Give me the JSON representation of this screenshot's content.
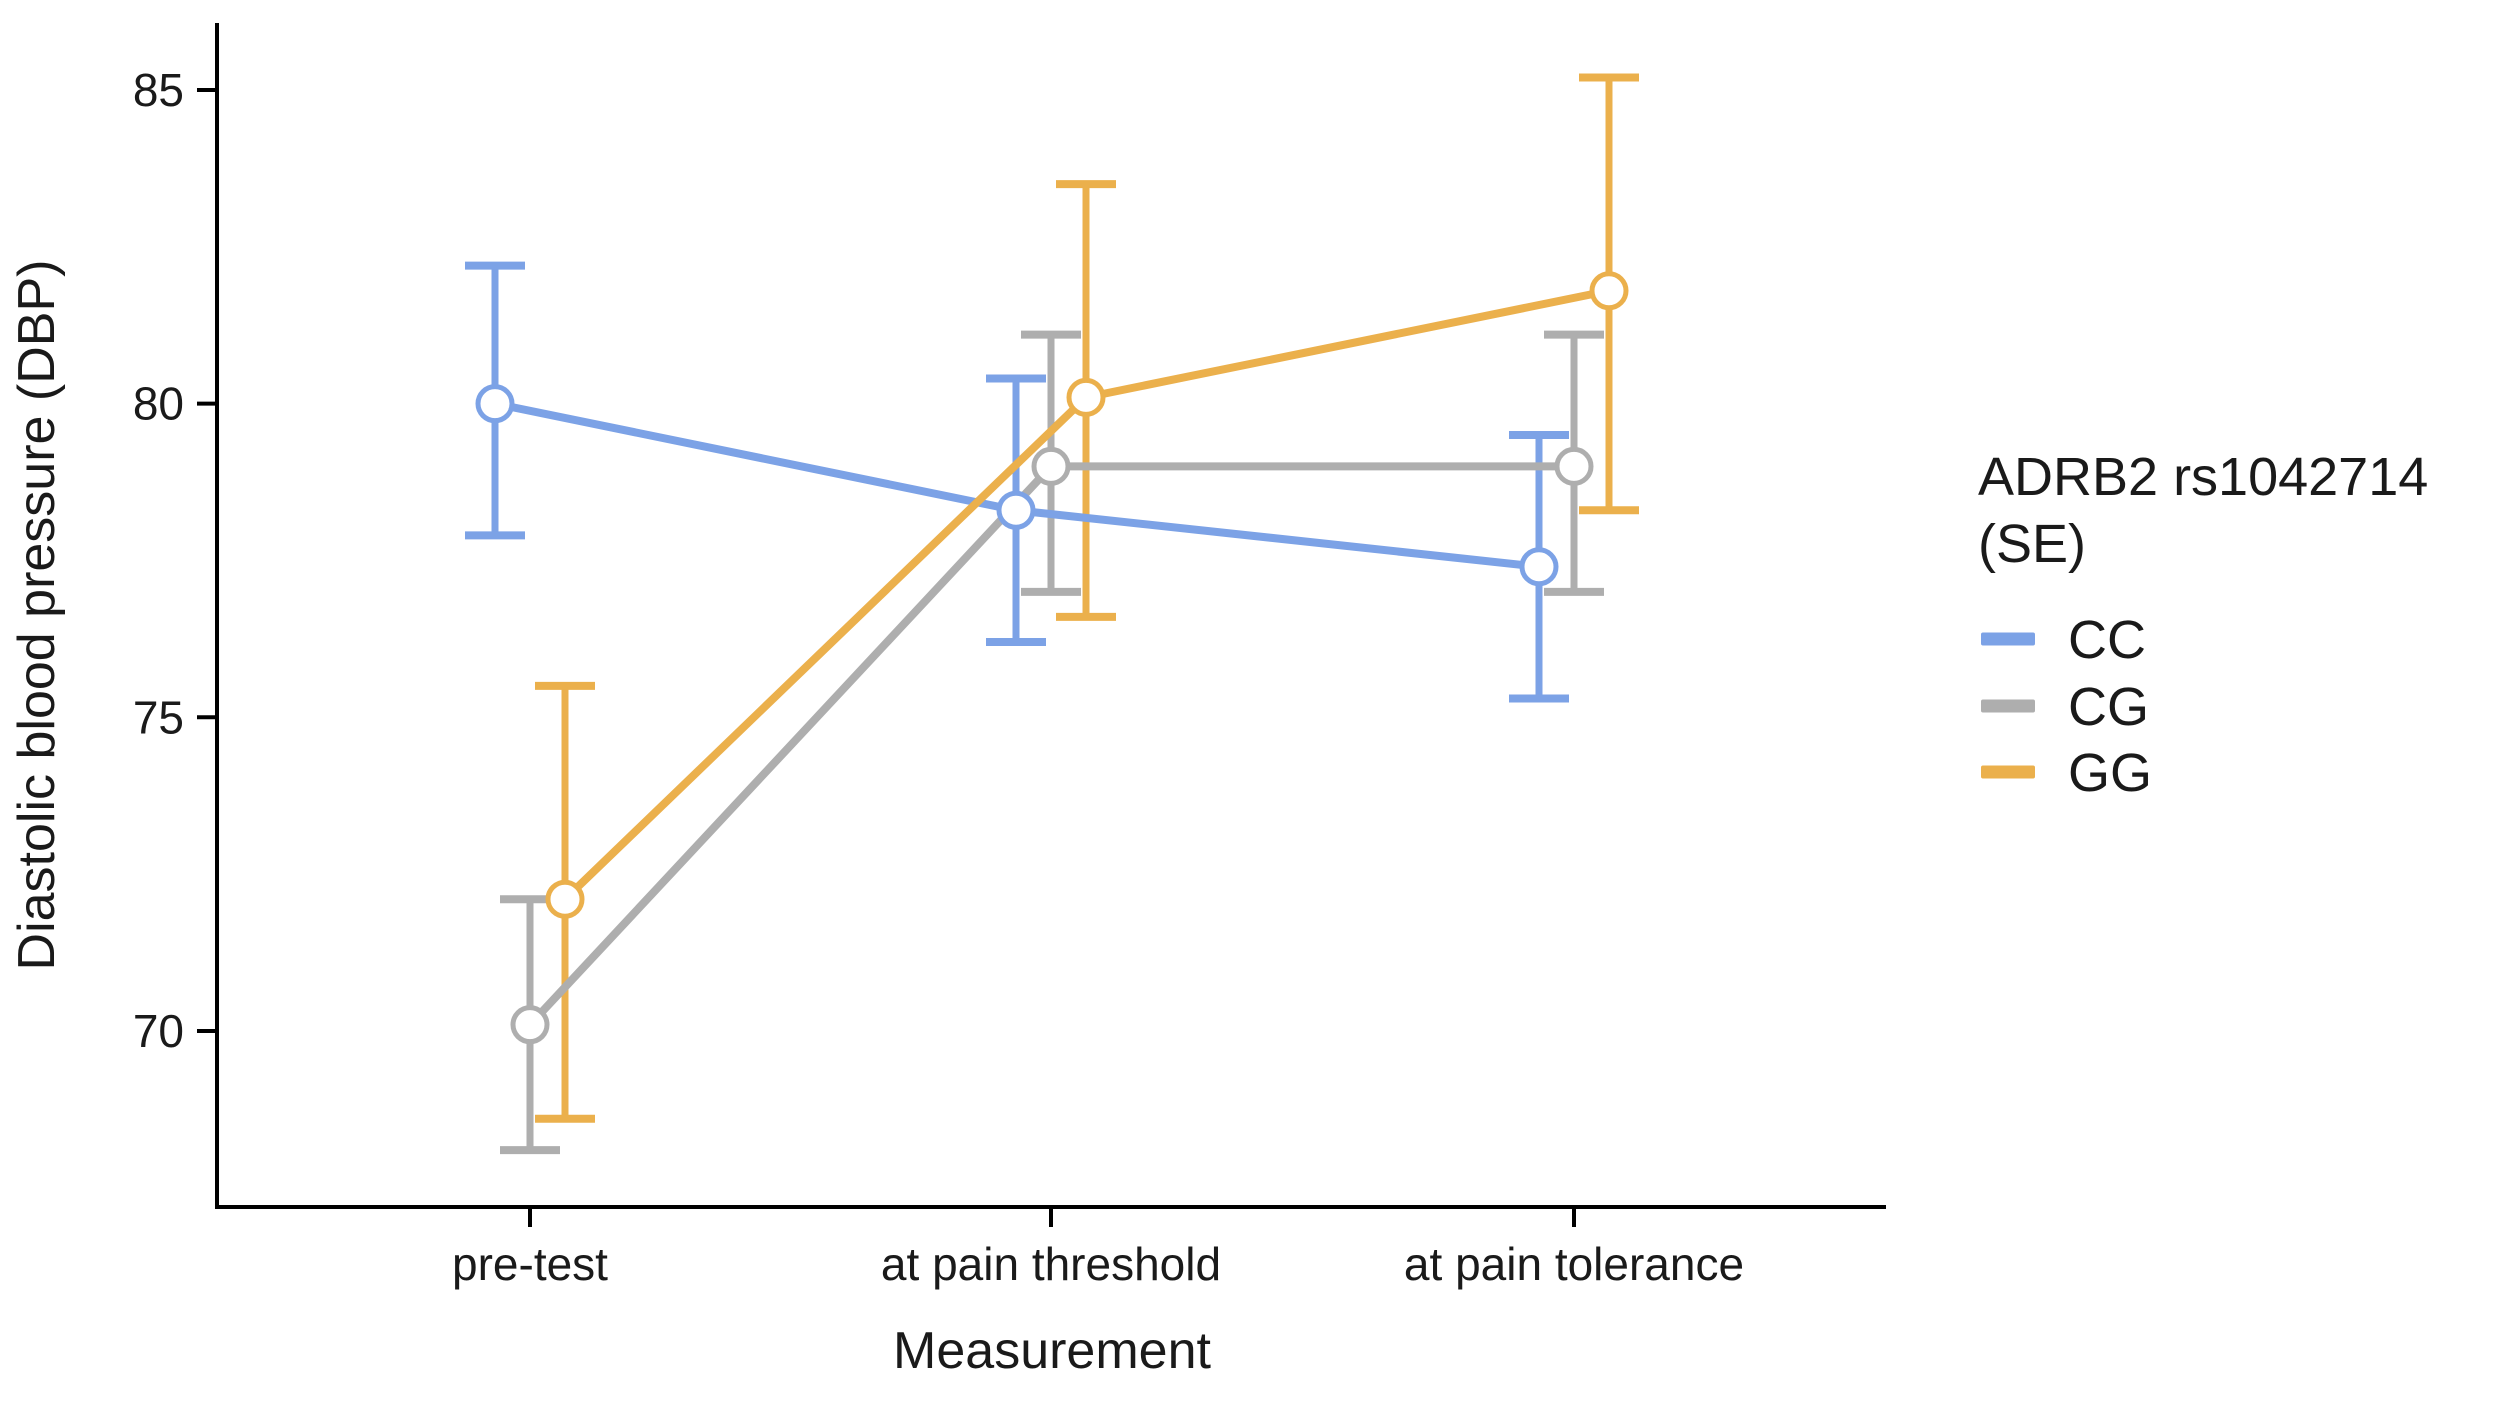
{
  "figure": {
    "background": "#ffffff",
    "text_color": "#1a1a1a",
    "axis_color": "#000000"
  },
  "chart_data": {
    "type": "line",
    "title": "",
    "xlabel": "Measurement",
    "ylabel": "Diastolic blood pressure (DBP)",
    "categories": [
      "pre-test",
      "at pain threshold",
      "at pain tolerance"
    ],
    "y_ticks": [
      70,
      75,
      80,
      85
    ],
    "ylim": [
      67.2,
      86.1
    ],
    "grid": false,
    "error_bar_type": "SE",
    "legend": {
      "position": "right",
      "title_lines": [
        "ADRB2 rs1042714",
        "(SE)"
      ],
      "entries": [
        "CC",
        "CG",
        "GG"
      ]
    },
    "series": [
      {
        "name": "CC",
        "color": "#7CA2E6",
        "means": [
          80.0,
          78.3,
          77.4
        ],
        "upper": [
          82.2,
          80.4,
          79.5
        ],
        "lower": [
          77.9,
          76.2,
          75.3
        ]
      },
      {
        "name": "CG",
        "color": "#AEAEAE",
        "means": [
          70.1,
          79.0,
          79.0
        ],
        "upper": [
          72.1,
          81.1,
          81.1
        ],
        "lower": [
          68.1,
          77.0,
          77.0
        ]
      },
      {
        "name": "GG",
        "color": "#EBB04C",
        "means": [
          72.1,
          80.1,
          81.8
        ],
        "upper": [
          75.5,
          83.5,
          85.2
        ],
        "lower": [
          68.6,
          76.6,
          78.3
        ]
      }
    ]
  }
}
